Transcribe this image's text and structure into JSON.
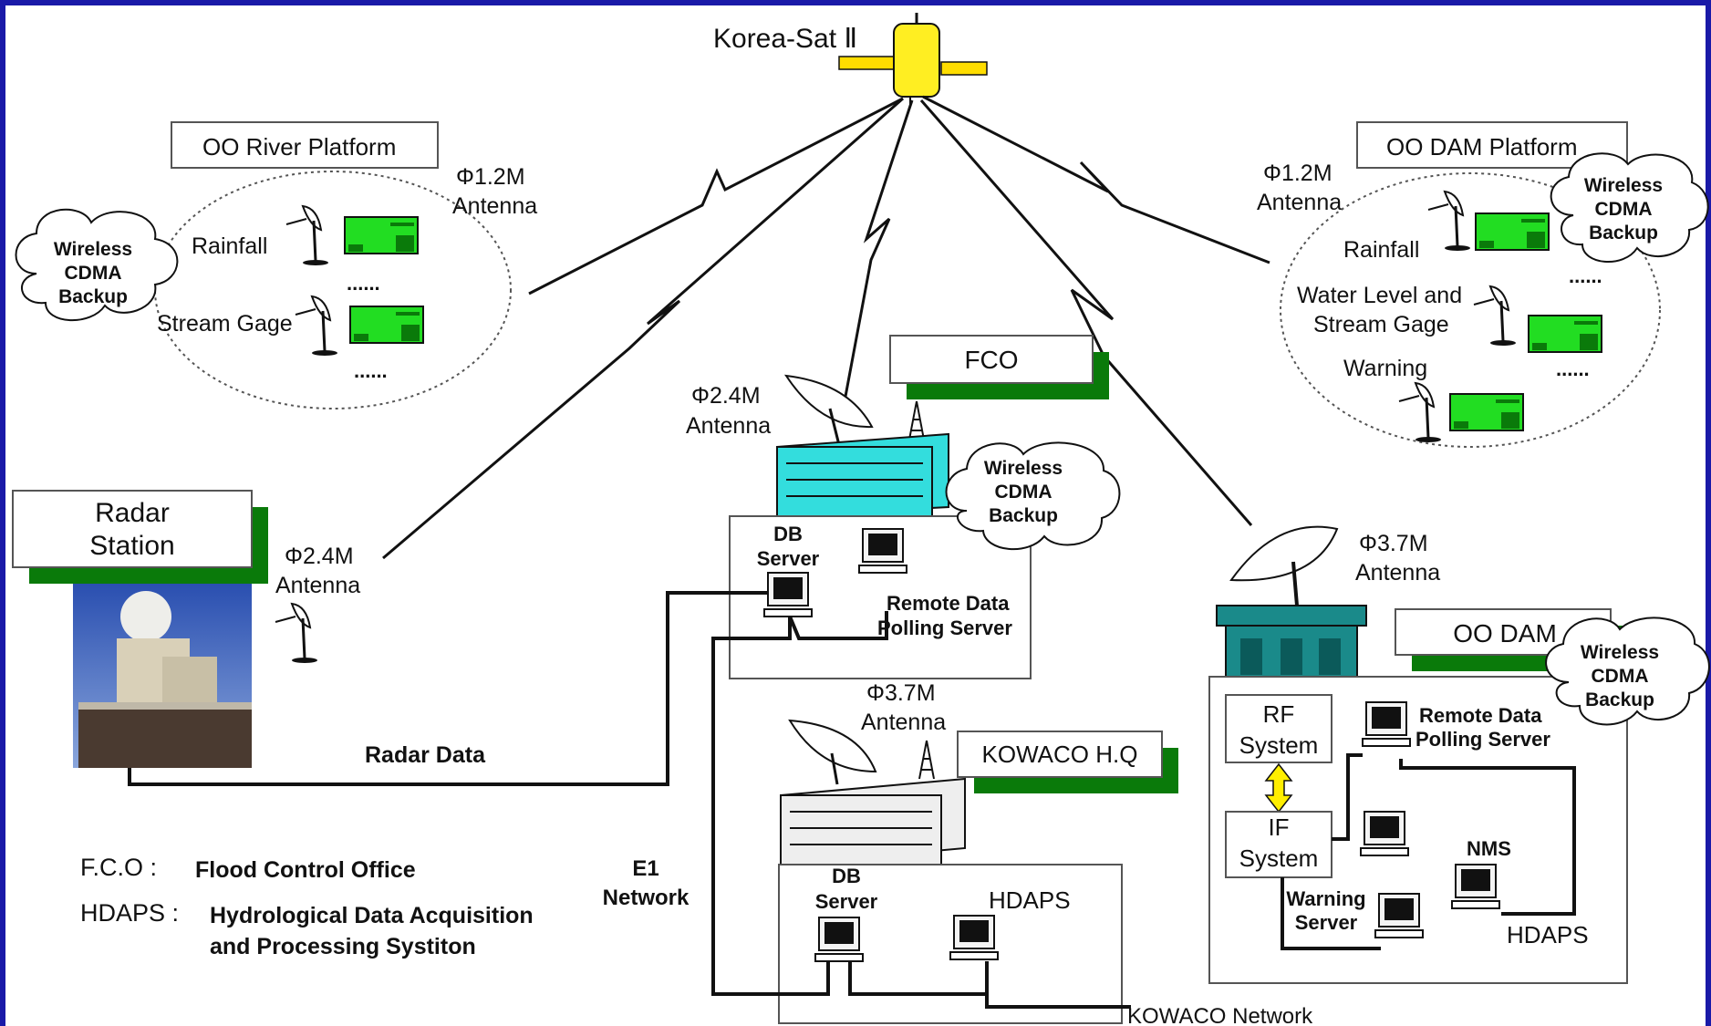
{
  "satellite": {
    "label": "Korea-Sat Ⅱ"
  },
  "river_platform": {
    "title": "OO River Platform",
    "antenna": [
      "Φ1.2M",
      "Antenna"
    ],
    "items": [
      "Rainfall",
      "Stream Gage"
    ],
    "ellipsis": "......",
    "backup": [
      "Wireless",
      "CDMA",
      "Backup"
    ]
  },
  "dam_platform": {
    "title": "OO DAM Platform",
    "antenna": [
      "Φ1.2M",
      "Antenna"
    ],
    "items": [
      "Rainfall",
      "Water Level and",
      "Stream Gage",
      "Warning"
    ],
    "ellipsis": "......",
    "backup": [
      "Wireless",
      "CDMA",
      "Backup"
    ]
  },
  "radar": {
    "title": [
      "Radar",
      "Station"
    ],
    "antenna": [
      "Φ2.4M",
      "Antenna"
    ],
    "data_label": "Radar Data"
  },
  "fco": {
    "title": "FCO",
    "antenna": [
      "Φ2.4M",
      "Antenna"
    ],
    "backup": [
      "Wireless",
      "CDMA",
      "Backup"
    ],
    "db_server": [
      "DB",
      "Server"
    ],
    "polling": [
      "Remote Data",
      "Polling Server"
    ]
  },
  "kowaco_hq": {
    "title": "KOWACO H.Q",
    "antenna": [
      "Φ3.7M",
      "Antenna"
    ],
    "db_server": [
      "DB",
      "Server"
    ],
    "hdaps": "HDAPS"
  },
  "oo_dam": {
    "title": "OO DAM",
    "antenna": [
      "Φ3.7M",
      "Antenna"
    ],
    "backup": [
      "Wireless",
      "CDMA",
      "Backup"
    ],
    "rf": [
      "RF",
      "System"
    ],
    "if": [
      "IF",
      "System"
    ],
    "polling": [
      "Remote Data",
      "Polling Server"
    ],
    "nms": "NMS",
    "warning": [
      "Warning",
      "Server"
    ],
    "hdaps": "HDAPS"
  },
  "network": {
    "e1": [
      "E1",
      "Network"
    ],
    "kowaco": "KOWACO Network"
  },
  "legend": {
    "fco_key": "F.C.O :",
    "fco_val": "Flood Control Office",
    "hdaps_key": "HDAPS :",
    "hdaps_val": [
      "Hydrological Data Acquisition",
      "and Processing Systiton"
    ]
  }
}
